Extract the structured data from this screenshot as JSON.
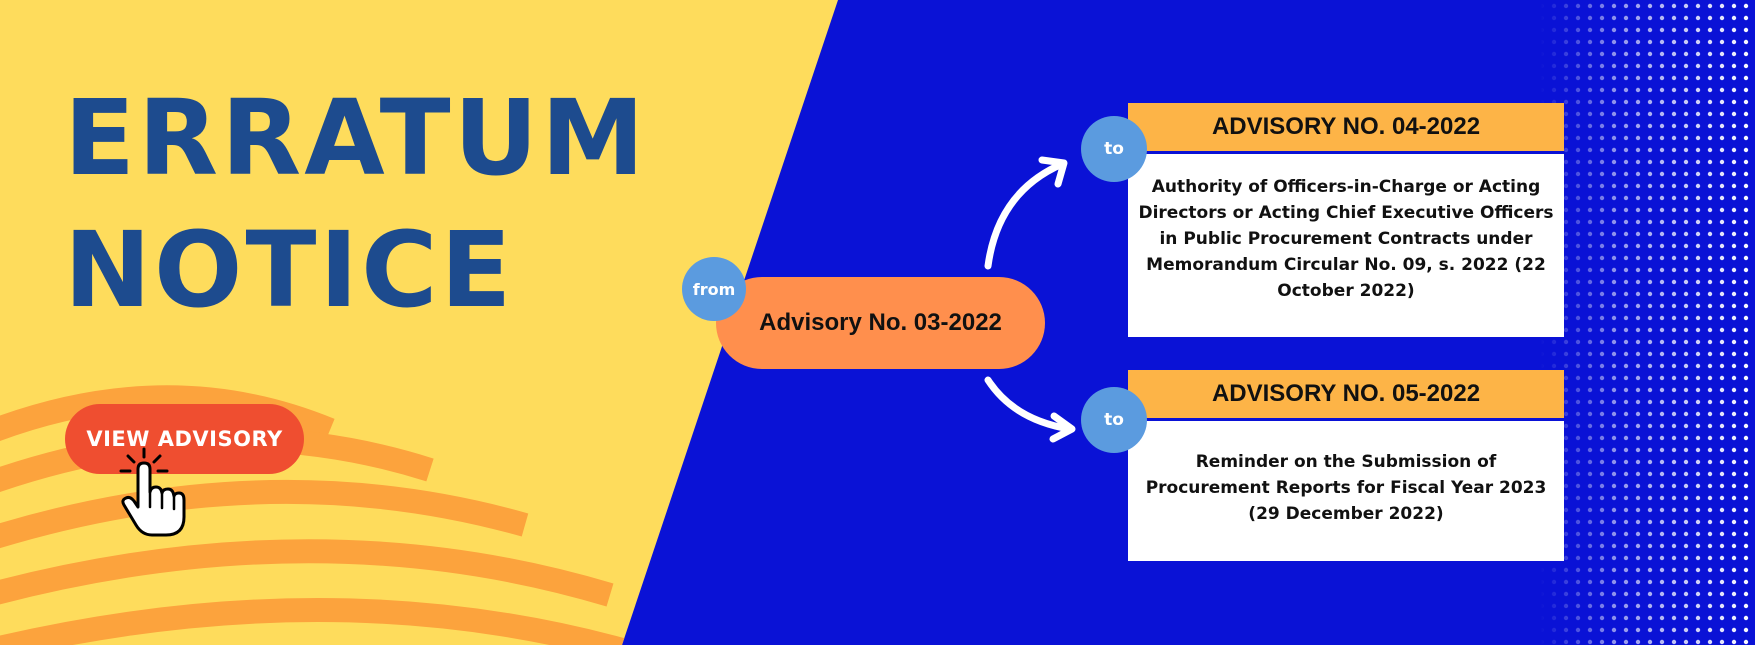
{
  "title": {
    "text": "ERRATUM\nNOTICE"
  },
  "cta": {
    "label": "VIEW ADVISORY"
  },
  "from": {
    "tag": "from",
    "advisory": "Advisory No. 03-2022"
  },
  "targets": [
    {
      "tag": "to",
      "heading": "ADVISORY NO. 04-2022",
      "description": "Authority of Officers-in-Charge or Acting Directors or Acting Chief Executive Officers in Public Procurement Contracts under Memorandum Circular No. 09, s. 2022 (22 October 2022)"
    },
    {
      "tag": "to",
      "heading": "ADVISORY NO. 05-2022",
      "description": "Reminder on the Submission of Procurement Reports for Fiscal Year 2023 (29 December 2022)"
    }
  ],
  "colors": {
    "yellow_panel": "#fedc5c",
    "blue_panel": "#0a12d6",
    "title_text": "#1d4b8e",
    "cta_button": "#ef4e30",
    "orange_arcs": "#fca33d",
    "bubble": "#5b9bdf",
    "source_pill": "#ff8f4d",
    "card_header": "#fdb447"
  },
  "icons": [
    "pointing-hand-icon",
    "curved-arrow-icon"
  ]
}
